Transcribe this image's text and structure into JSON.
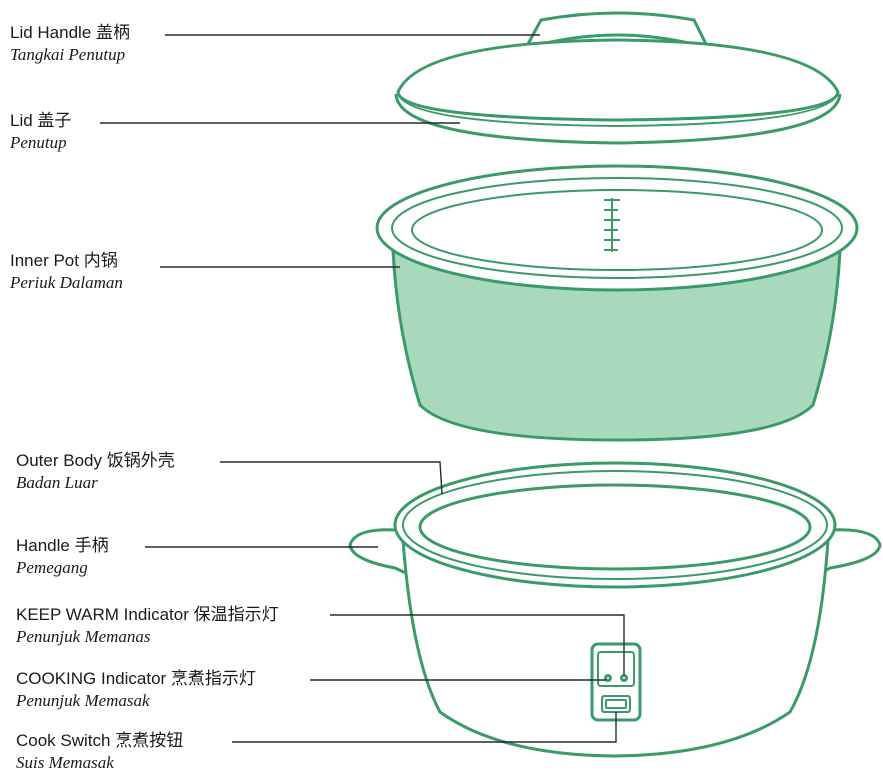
{
  "colors": {
    "outline": "#3a9a68",
    "pot_fill": "#a9d9bc",
    "leader": "#2a2a2a",
    "text": "#1a1a1a"
  },
  "parts": [
    {
      "id": "lid-handle",
      "name": "Lid Handle  盖柄",
      "sub": "Tangkai Penutup"
    },
    {
      "id": "lid",
      "name": "Lid  盖子",
      "sub": "Penutup"
    },
    {
      "id": "inner-pot",
      "name": "Inner Pot 内锅",
      "sub": "Periuk Dalaman"
    },
    {
      "id": "outer-body",
      "name": "Outer Body  饭锅外壳",
      "sub": "Badan Luar"
    },
    {
      "id": "handle",
      "name": "Handle  手柄",
      "sub": "Pemegang"
    },
    {
      "id": "keep-warm-indicator",
      "name": "KEEP WARM Indicator  保温指示灯",
      "sub": "Penunjuk Memanas"
    },
    {
      "id": "cooking-indicator",
      "name": "COOKING Indicator  烹煮指示灯",
      "sub": "Penunjuk Memasak"
    },
    {
      "id": "cook-switch",
      "name": "Cook Switch 烹煮按钮",
      "sub": "Suis Memasak"
    }
  ]
}
